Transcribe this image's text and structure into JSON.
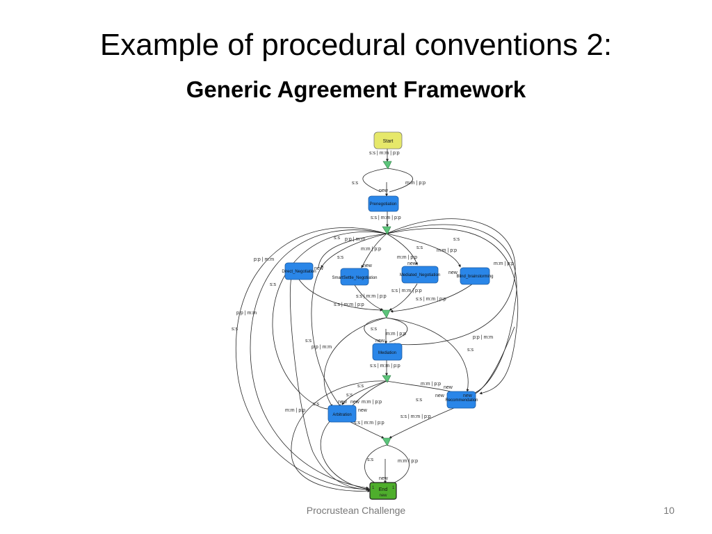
{
  "slide": {
    "title": "Example of procedural conventions 2:",
    "subtitle": "Generic Agreement Framework",
    "footer_text": "Procrustean Challenge",
    "page_number": "10"
  },
  "colors": {
    "start_node": "#e6e86a",
    "state_node": "#2a86e8",
    "end_node": "#4eae2c",
    "choice_node": "#5cc47a"
  },
  "diagram": {
    "nodes": {
      "start": "Start",
      "prenegotiation": "Prenegotiation",
      "direct": "Direct_Negotiation",
      "smartsettle": "SmartSettle_Negotiation",
      "mediated": "Mediated_Negotiation",
      "blind": "Blind_brainstorming",
      "mediation": "Mediation",
      "recommendation": "Recommendation",
      "arbitration": "Arbitration",
      "end": "End"
    },
    "labels": {
      "ssmmpp": "s:s | m:m | p:p",
      "ss": "s:s",
      "mmpp": "m:m | p:p",
      "ppmm": "p:p | m:m",
      "new": "new",
      "one": "1"
    }
  }
}
